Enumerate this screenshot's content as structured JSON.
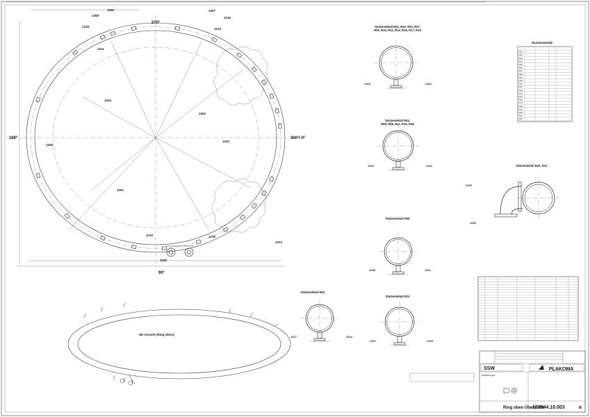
{
  "angles": {
    "top": "270°",
    "left": "180°",
    "right": "360°/ 0°",
    "bottom": "90°"
  },
  "main_labels": {
    "p1208": "1208",
    "p1206": "1206",
    "p1207": "1207",
    "p1216": "1216",
    "p1213a": "1213",
    "p1218": "1218",
    "p1211": "1211",
    "p1212": "1212",
    "p1201": "1201",
    "p1204": "1204",
    "p1205": "1205",
    "p1203": "1203",
    "p1202": "1202",
    "p1210": "1210",
    "p1220": "1220",
    "p1215": "1215"
  },
  "isometric": {
    "title": "3D-Ansicht (Ring Oben)"
  },
  "details": [
    {
      "title": "Stutzendetail R01, R02, R03, R07,",
      "title2": "R09, R10, R12, R14, R16, R17, R19",
      "pos_left": "1218",
      "pos_right": "1213"
    },
    {
      "title": "Stutzendetail R04,",
      "title2": "R05, R08, R11, R15, R18",
      "pos_left": "1219",
      "pos_right": "1213"
    },
    {
      "title": "Stutzendetail R20, R21",
      "title2": "",
      "pos_left": "1219",
      "pos_right": "1220"
    },
    {
      "title": "Stutzendetail R06",
      "title2": "",
      "pos_left": "1218",
      "pos_right": "1211"
    },
    {
      "title": "Stutzendetail R22",
      "title2": "",
      "pos_left": "1217",
      "pos_right": "1214"
    },
    {
      "title": "Stutzendetail R13",
      "title2": "",
      "pos_left": "1221",
      "pos_right": "1215"
    }
  ],
  "stutzentabelle": {
    "title": "Stutzentabelle",
    "rows": [
      "R01",
      "R02",
      "R03",
      "R04",
      "R05",
      "R06",
      "R07",
      "R08",
      "R09",
      "R10",
      "R11",
      "R12",
      "R13",
      "R14",
      "R15",
      "R16",
      "R17",
      "R18",
      "R19",
      "R20",
      "R21",
      "R22"
    ]
  },
  "title_block": {
    "company": "SSW",
    "brand": "PLAKOMA",
    "drawing_title": "Ring oben Übersicht",
    "drawing_number": "153544.10.003",
    "revision": "a",
    "customer_label": "Kunden-pos:"
  }
}
